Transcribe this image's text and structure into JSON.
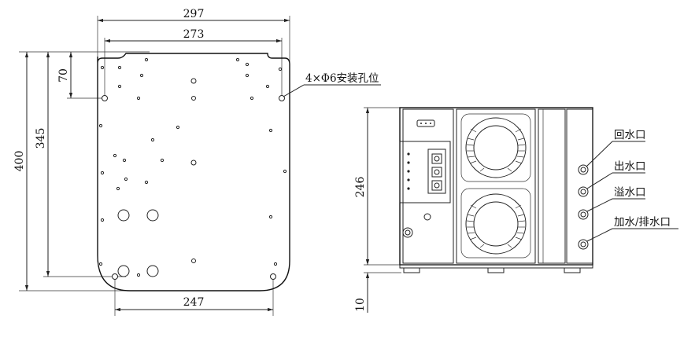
{
  "dimensions": {
    "width_outer": "297",
    "width_inner": "273",
    "height_total": "400",
    "height_inner": "345",
    "top_offset": "70",
    "bottom_width": "247",
    "front_height": "246",
    "foot_height": "10"
  },
  "callouts": {
    "mounting_holes": "4×Φ6安装孔位",
    "return_water": "回水口",
    "outlet_water": "出水口",
    "overflow": "溢水口",
    "fill_drain": "加水/排水口"
  }
}
